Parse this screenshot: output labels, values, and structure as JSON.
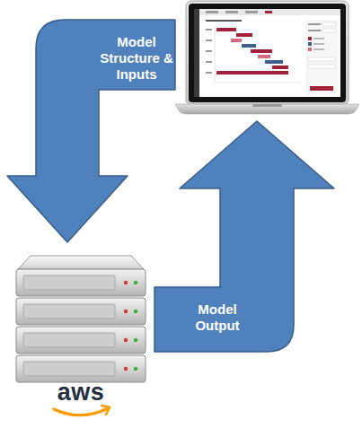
{
  "diagram": {
    "nodes": [
      {
        "text": []
      },
      {
        "text": [
          "aws"
        ]
      }
    ],
    "edges": [
      {
        "from": 0,
        "to": 1,
        "arrow": "to",
        "label": "Model Structure & Inputs"
      },
      {
        "from": 1,
        "to": 0,
        "arrow": "to",
        "label": "Model Output"
      }
    ]
  }
}
